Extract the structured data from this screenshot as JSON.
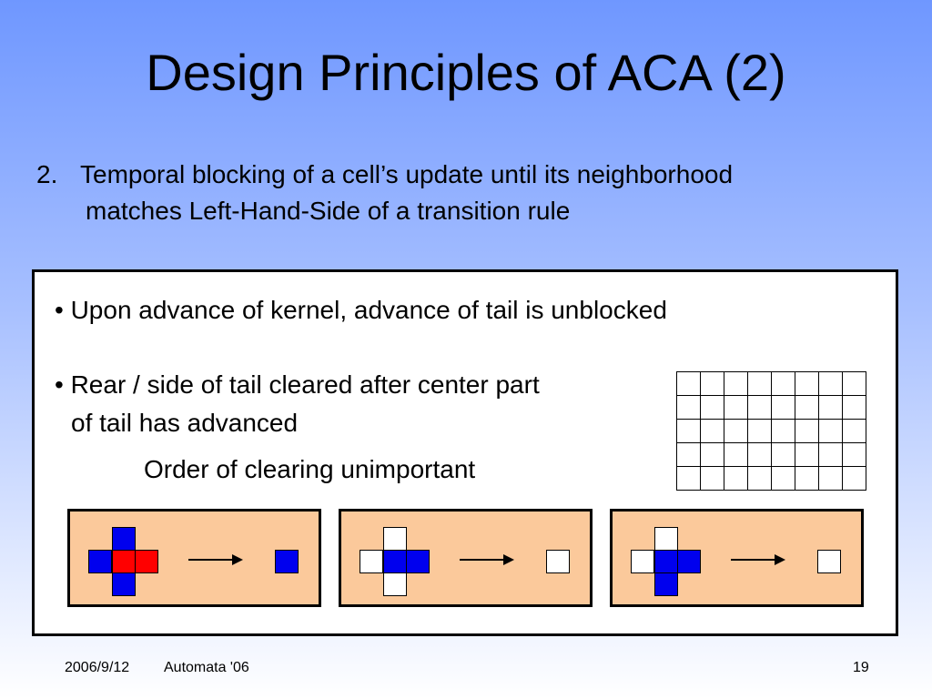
{
  "title": "Design Principles of ACA (2)",
  "point": {
    "number": "2.",
    "line1": "Temporal blocking of a cell’s update until its neighborhood",
    "line2": "matches Left-Hand-Side of a transition rule"
  },
  "panel": {
    "bullet1": "• Upon advance of kernel, advance of tail is unblocked",
    "bullet2_line1": "• Rear / side of tail cleared after center part",
    "bullet2_line2": "of tail has advanced",
    "note": "Order of clearing unimportant"
  },
  "colors": {
    "blue": "#0000ee",
    "red": "#ff0000",
    "tan": "#fbc99b"
  },
  "footer": {
    "date": "2006/9/12",
    "event": "Automata '06",
    "page": "19"
  }
}
